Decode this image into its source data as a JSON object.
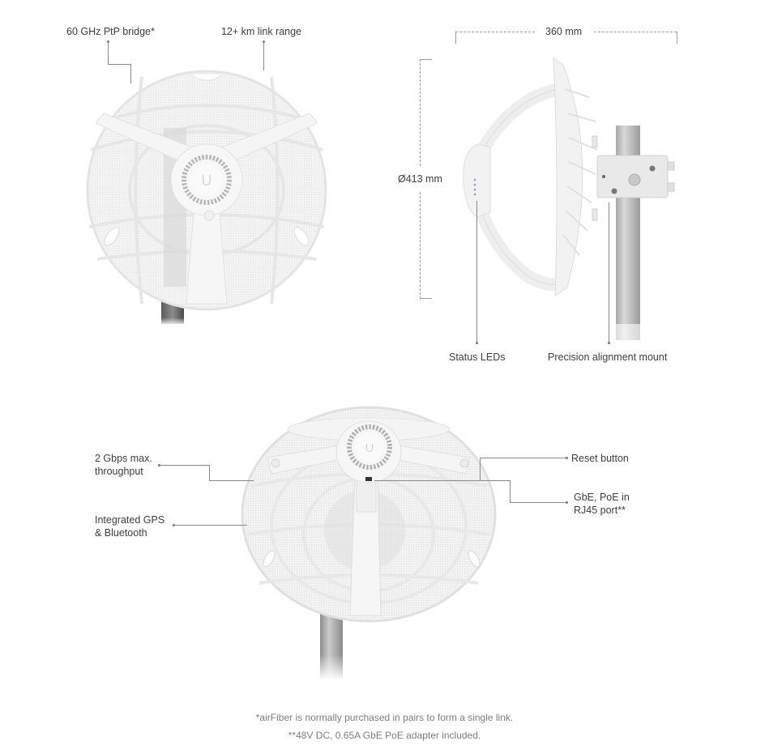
{
  "front_view": {
    "labels": {
      "bridge": "60 GHz PtP bridge*",
      "range": "12+ km link range"
    }
  },
  "side_view": {
    "dimensions": {
      "width": "360 mm",
      "diameter": "Ø413 mm"
    },
    "labels": {
      "status_leds": "Status LEDs",
      "mount": "Precision alignment mount"
    }
  },
  "rear_view": {
    "labels": {
      "throughput_line1": "2 Gbps max.",
      "throughput_line2": "throughput",
      "gps_line1": "Integrated GPS",
      "gps_line2": "& Bluetooth",
      "reset": "Reset button",
      "port_line1": "GbE, PoE in",
      "port_line2": "RJ45 port**"
    }
  },
  "footnotes": {
    "pairs": "*airFiber is normally purchased in pairs to form a single link.",
    "adapter": "**48V DC, 0.65A GbE PoE adapter included."
  },
  "colors": {
    "device_body": "#f4f4f4",
    "device_edge": "#dcdcdc",
    "pole": "#9c9c9c",
    "callout_line": "#8a8a8a",
    "led": "#7f9cf5"
  }
}
